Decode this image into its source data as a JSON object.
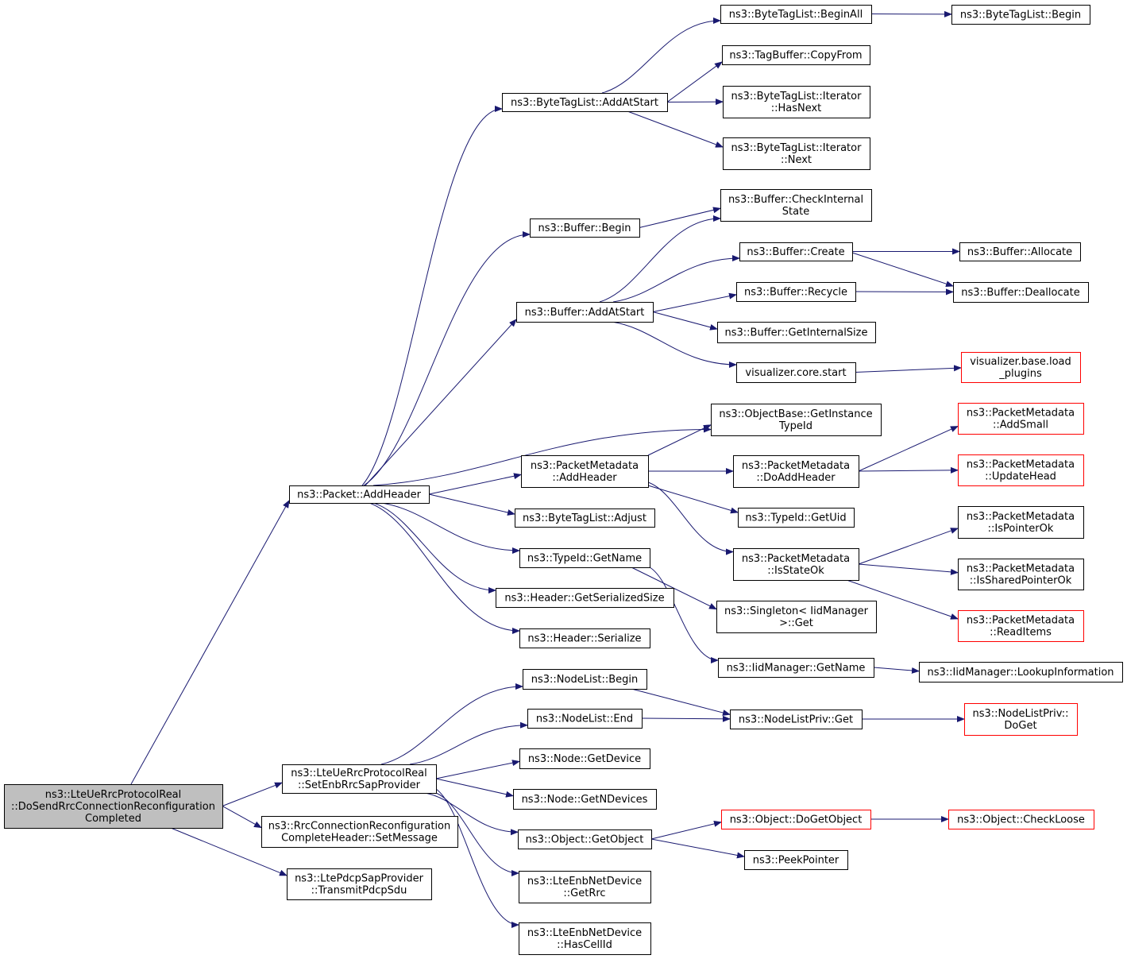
{
  "nodes": [
    {
      "id": "root",
      "lines": [
        "ns3::LteUeRrcProtocolReal",
        "::DoSendRrcConnectionReconfiguration",
        "Completed"
      ],
      "style": "root"
    },
    {
      "id": "addHeader",
      "lines": [
        "ns3::Packet::AddHeader"
      ]
    },
    {
      "id": "setEnb",
      "lines": [
        "ns3::LteUeRrcProtocolReal",
        "::SetEnbRrcSapProvider"
      ]
    },
    {
      "id": "rrcSetMsg",
      "lines": [
        "ns3::RrcConnectionReconfiguration",
        "CompleteHeader::SetMessage"
      ]
    },
    {
      "id": "transmit",
      "lines": [
        "ns3::LtePdcpSapProvider",
        "::TransmitPdcpSdu"
      ]
    },
    {
      "id": "btlAddAtStart",
      "lines": [
        "ns3::ByteTagList::AddAtStart"
      ]
    },
    {
      "id": "bufBegin",
      "lines": [
        "ns3::Buffer::Begin"
      ]
    },
    {
      "id": "bufAddAtStart",
      "lines": [
        "ns3::Buffer::AddAtStart"
      ]
    },
    {
      "id": "pmAddHeader",
      "lines": [
        "ns3::PacketMetadata",
        "::AddHeader"
      ]
    },
    {
      "id": "btlAdjust",
      "lines": [
        "ns3::ByteTagList::Adjust"
      ]
    },
    {
      "id": "typeGetName",
      "lines": [
        "ns3::TypeId::GetName"
      ]
    },
    {
      "id": "hdrGetSize",
      "lines": [
        "ns3::Header::GetSerializedSize"
      ]
    },
    {
      "id": "hdrSerialize",
      "lines": [
        "ns3::Header::Serialize"
      ]
    },
    {
      "id": "nlBegin",
      "lines": [
        "ns3::NodeList::Begin"
      ]
    },
    {
      "id": "nlEnd",
      "lines": [
        "ns3::NodeList::End"
      ]
    },
    {
      "id": "nodeGetDevice",
      "lines": [
        "ns3::Node::GetDevice"
      ]
    },
    {
      "id": "nodeGetN",
      "lines": [
        "ns3::Node::GetNDevices"
      ]
    },
    {
      "id": "objGetObject",
      "lines": [
        "ns3::Object::GetObject"
      ]
    },
    {
      "id": "enbGetRrc",
      "lines": [
        "ns3::LteEnbNetDevice",
        "::GetRrc"
      ]
    },
    {
      "id": "enbHasCell",
      "lines": [
        "ns3::LteEnbNetDevice",
        "::HasCellId"
      ]
    },
    {
      "id": "btlBeginAll",
      "lines": [
        "ns3::ByteTagList::BeginAll"
      ]
    },
    {
      "id": "tagCopyFrom",
      "lines": [
        "ns3::TagBuffer::CopyFrom"
      ]
    },
    {
      "id": "itHasNext",
      "lines": [
        "ns3::ByteTagList::Iterator",
        "::HasNext"
      ]
    },
    {
      "id": "itNext",
      "lines": [
        "ns3::ByteTagList::Iterator",
        "::Next"
      ]
    },
    {
      "id": "bufCheck",
      "lines": [
        "ns3::Buffer::CheckInternal",
        "State"
      ]
    },
    {
      "id": "bufCreate",
      "lines": [
        "ns3::Buffer::Create"
      ]
    },
    {
      "id": "bufRecycle",
      "lines": [
        "ns3::Buffer::Recycle"
      ]
    },
    {
      "id": "bufGetSize",
      "lines": [
        "ns3::Buffer::GetInternalSize"
      ]
    },
    {
      "id": "vizStart",
      "lines": [
        "visualizer.core.start"
      ]
    },
    {
      "id": "objBaseTypeId",
      "lines": [
        "ns3::ObjectBase::GetInstance",
        "TypeId"
      ]
    },
    {
      "id": "pmDoAdd",
      "lines": [
        "ns3::PacketMetadata",
        "::DoAddHeader"
      ]
    },
    {
      "id": "typeGetUid",
      "lines": [
        "ns3::TypeId::GetUid"
      ]
    },
    {
      "id": "pmIsStateOk",
      "lines": [
        "ns3::PacketMetadata",
        "::IsStateOk"
      ]
    },
    {
      "id": "singletonGet",
      "lines": [
        "ns3::Singleton< IidManager",
        ">::Get"
      ]
    },
    {
      "id": "iidGetName",
      "lines": [
        "ns3::IidManager::GetName"
      ]
    },
    {
      "id": "nlpGet",
      "lines": [
        "ns3::NodeListPriv::Get"
      ]
    },
    {
      "id": "objDoGet",
      "lines": [
        "ns3::Object::DoGetObject"
      ],
      "style": "trunc"
    },
    {
      "id": "peekPtr",
      "lines": [
        "ns3::PeekPointer"
      ]
    },
    {
      "id": "btlBegin",
      "lines": [
        "ns3::ByteTagList::Begin"
      ]
    },
    {
      "id": "bufAllocate",
      "lines": [
        "ns3::Buffer::Allocate"
      ]
    },
    {
      "id": "bufDealloc",
      "lines": [
        "ns3::Buffer::Deallocate"
      ]
    },
    {
      "id": "vizLoad",
      "lines": [
        "visualizer.base.load",
        "_plugins"
      ],
      "style": "trunc"
    },
    {
      "id": "pmAddSmall",
      "lines": [
        "ns3::PacketMetadata",
        "::AddSmall"
      ],
      "style": "trunc"
    },
    {
      "id": "pmUpdateHead",
      "lines": [
        "ns3::PacketMetadata",
        "::UpdateHead"
      ],
      "style": "trunc"
    },
    {
      "id": "pmIsPtrOk",
      "lines": [
        "ns3::PacketMetadata",
        "::IsPointerOk"
      ]
    },
    {
      "id": "pmIsShared",
      "lines": [
        "ns3::PacketMetadata",
        "::IsSharedPointerOk"
      ]
    },
    {
      "id": "pmReadItems",
      "lines": [
        "ns3::PacketMetadata",
        "::ReadItems"
      ],
      "style": "trunc"
    },
    {
      "id": "iidLookup",
      "lines": [
        "ns3::IidManager::LookupInformation"
      ]
    },
    {
      "id": "nlpDoGet",
      "lines": [
        "ns3::NodeListPriv::",
        "DoGet"
      ],
      "style": "trunc"
    },
    {
      "id": "objCheckLoose",
      "lines": [
        "ns3::Object::CheckLoose"
      ],
      "style": "trunc"
    }
  ],
  "edges": [
    [
      "root",
      "addHeader"
    ],
    [
      "root",
      "setEnb"
    ],
    [
      "root",
      "rrcSetMsg"
    ],
    [
      "root",
      "transmit"
    ],
    [
      "addHeader",
      "btlAddAtStart"
    ],
    [
      "addHeader",
      "bufBegin"
    ],
    [
      "addHeader",
      "bufAddAtStart"
    ],
    [
      "addHeader",
      "objBaseTypeId"
    ],
    [
      "addHeader",
      "pmAddHeader"
    ],
    [
      "addHeader",
      "btlAdjust"
    ],
    [
      "addHeader",
      "typeGetName"
    ],
    [
      "addHeader",
      "hdrGetSize"
    ],
    [
      "addHeader",
      "hdrSerialize"
    ],
    [
      "btlAddAtStart",
      "btlBeginAll"
    ],
    [
      "btlAddAtStart",
      "tagCopyFrom"
    ],
    [
      "btlAddAtStart",
      "itHasNext"
    ],
    [
      "btlAddAtStart",
      "itNext"
    ],
    [
      "btlBeginAll",
      "btlBegin"
    ],
    [
      "bufBegin",
      "bufCheck"
    ],
    [
      "bufAddAtStart",
      "bufCheck"
    ],
    [
      "bufAddAtStart",
      "bufCreate"
    ],
    [
      "bufAddAtStart",
      "bufRecycle"
    ],
    [
      "bufAddAtStart",
      "bufGetSize"
    ],
    [
      "bufAddAtStart",
      "vizStart"
    ],
    [
      "bufCreate",
      "bufAllocate"
    ],
    [
      "bufCreate",
      "bufDealloc"
    ],
    [
      "bufRecycle",
      "bufDealloc"
    ],
    [
      "vizStart",
      "vizLoad"
    ],
    [
      "pmAddHeader",
      "objBaseTypeId"
    ],
    [
      "pmAddHeader",
      "pmDoAdd"
    ],
    [
      "pmAddHeader",
      "typeGetUid"
    ],
    [
      "pmAddHeader",
      "pmIsStateOk"
    ],
    [
      "pmDoAdd",
      "pmAddSmall"
    ],
    [
      "pmDoAdd",
      "pmUpdateHead"
    ],
    [
      "pmIsStateOk",
      "pmIsPtrOk"
    ],
    [
      "pmIsStateOk",
      "pmIsShared"
    ],
    [
      "pmIsStateOk",
      "pmReadItems"
    ],
    [
      "typeGetName",
      "singletonGet"
    ],
    [
      "typeGetName",
      "iidGetName"
    ],
    [
      "iidGetName",
      "iidLookup"
    ],
    [
      "setEnb",
      "nlBegin"
    ],
    [
      "setEnb",
      "nlEnd"
    ],
    [
      "setEnb",
      "nodeGetDevice"
    ],
    [
      "setEnb",
      "nodeGetN"
    ],
    [
      "setEnb",
      "objGetObject"
    ],
    [
      "setEnb",
      "enbGetRrc"
    ],
    [
      "setEnb",
      "enbHasCell"
    ],
    [
      "nlBegin",
      "nlpGet"
    ],
    [
      "nlEnd",
      "nlpGet"
    ],
    [
      "nlpGet",
      "nlpDoGet"
    ],
    [
      "objGetObject",
      "objDoGet"
    ],
    [
      "objGetObject",
      "peekPtr"
    ],
    [
      "objDoGet",
      "objCheckLoose"
    ]
  ],
  "colors": {
    "edge": "#191970",
    "truncated_border": "#ff0000",
    "root_fill": "#bfbfbf"
  }
}
